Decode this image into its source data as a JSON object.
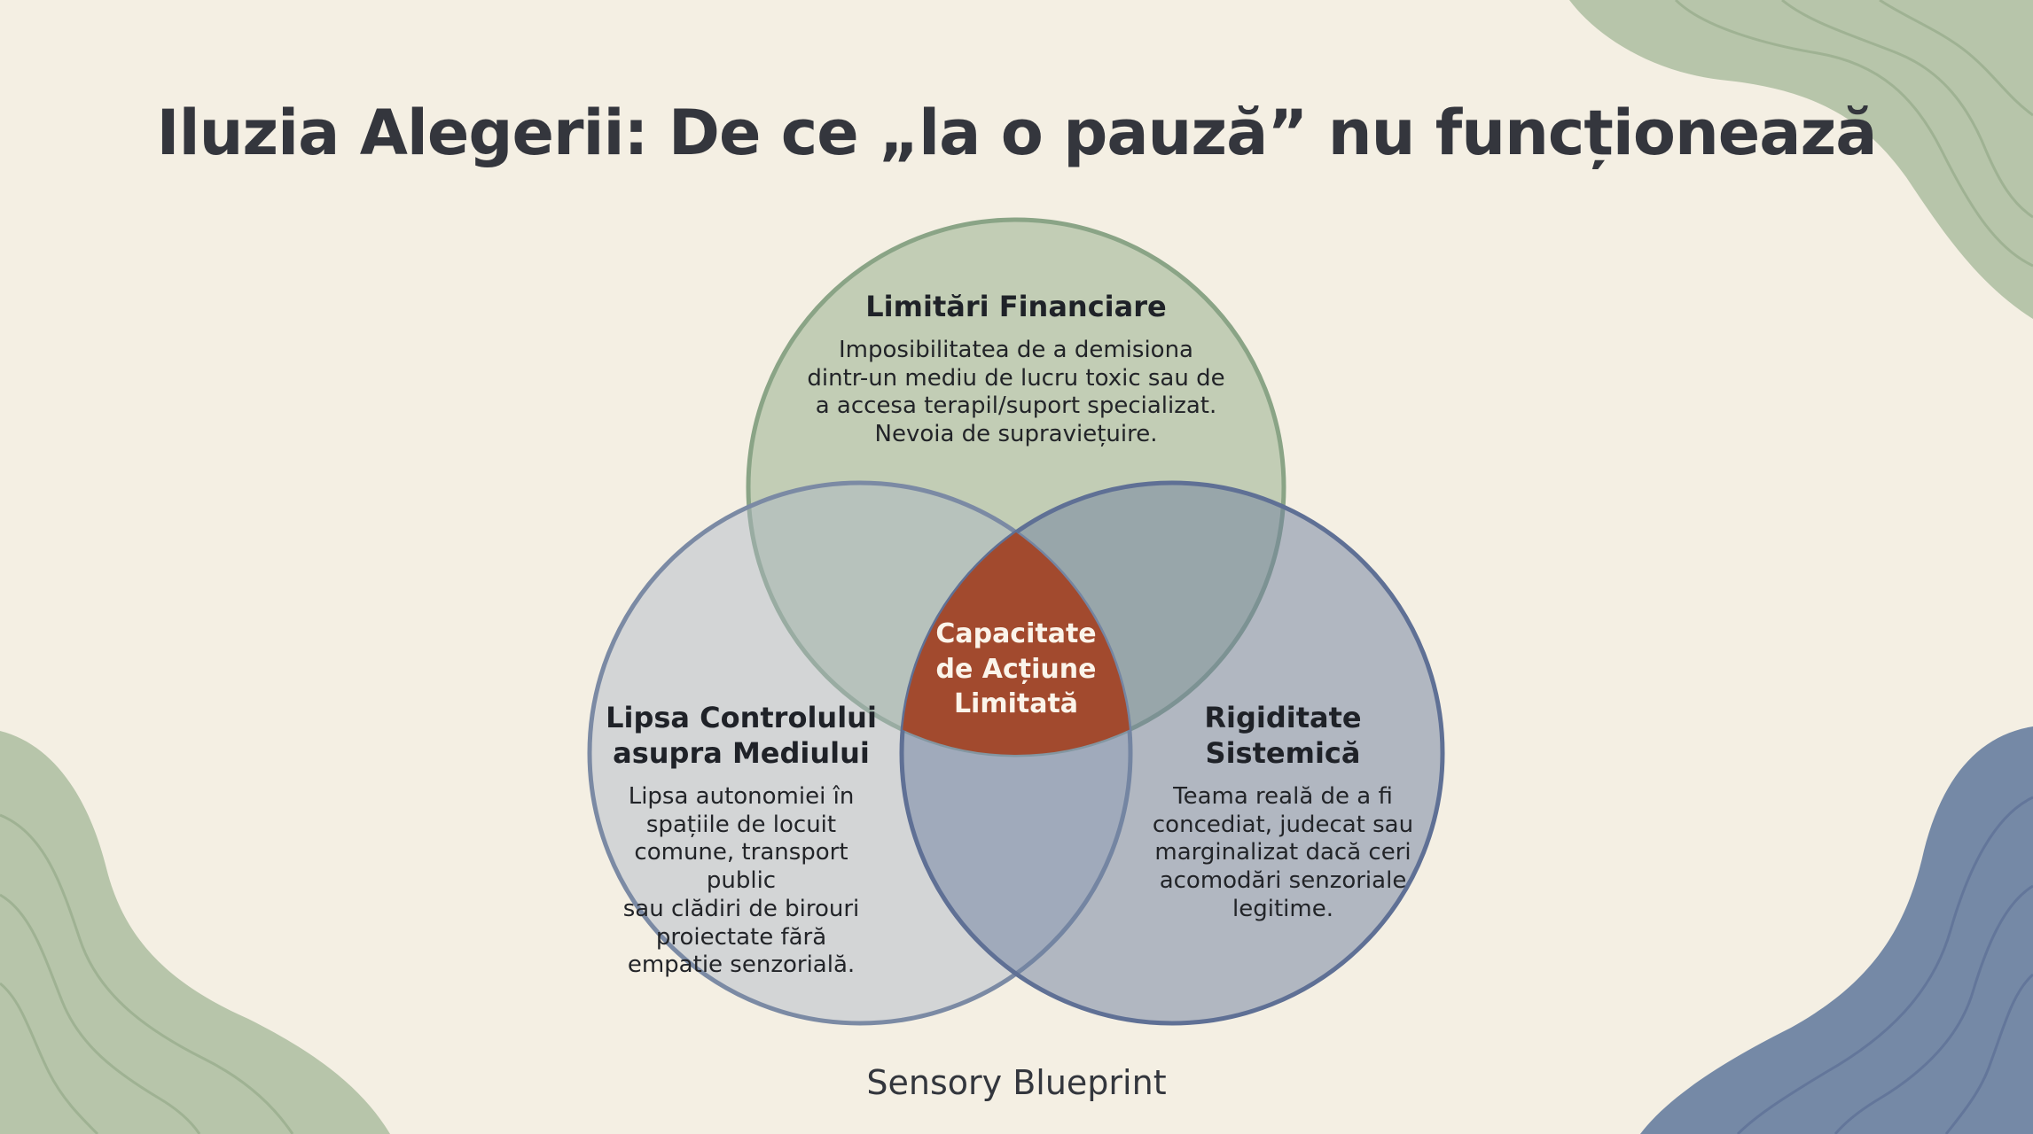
{
  "title": "Iluzia Alegerii: De ce „la o pauză” nu funcționează",
  "footer": "Sensory Blueprint",
  "colors": {
    "background": "#f4efe3",
    "green_circle": "#8fac87",
    "left_circle": "#aab6c6",
    "right_circle": "#6d7f9f",
    "center": "#a24a2e",
    "decor_green": "#b7c5aa",
    "decor_blue": "#7589a6"
  },
  "diagram": {
    "top": {
      "heading": "Limitări Financiare",
      "lines": [
        "Imposibilitatea de a demisiona",
        "dintr-un mediu de lucru toxic sau de",
        "a accesa terapil/suport specializat.",
        "Nevoia de supraviețuire."
      ]
    },
    "left": {
      "heading_lines": [
        "Lipsa Controlului",
        "asupra Mediului"
      ],
      "lines": [
        "Lipsa autonomiei în",
        "spațiile de locuit",
        "comune, transport public",
        "sau clădiri de birouri",
        "proiectate fără",
        "empatie senzorială."
      ]
    },
    "right": {
      "heading_lines": [
        "Rigiditate",
        "Sistemică"
      ],
      "lines": [
        "Teama reală de a fi",
        "concediat, judecat sau",
        "marginalizat dacă ceri",
        "acomodări senzoriale",
        "legitime."
      ]
    },
    "center": {
      "lines": [
        "Capacitate",
        "de Acțiune",
        "Limitată"
      ]
    }
  }
}
